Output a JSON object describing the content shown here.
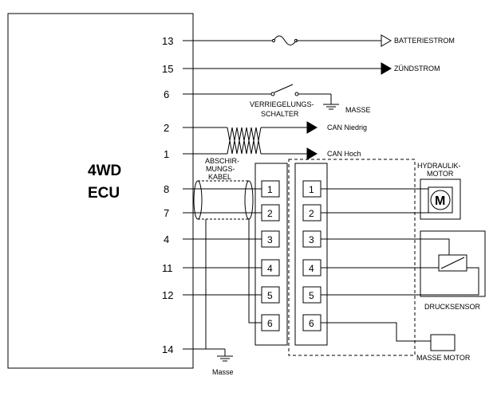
{
  "ecu": {
    "line1": "4WD",
    "line2": "ECU"
  },
  "pins": {
    "p13": "13",
    "p15": "15",
    "p6": "6",
    "p2": "2",
    "p1": "1",
    "p8": "8",
    "p7": "7",
    "p4": "4",
    "p11": "11",
    "p12": "12",
    "p14": "14"
  },
  "signals": {
    "battery": "BATTERIESTROM",
    "ignition": "ZÜNDSTROM",
    "can_low": "CAN Niedrig",
    "can_high": "CAN Hoch",
    "masse_switch": "MASSE",
    "masse_bottom": "Masse"
  },
  "switch": {
    "line1": "VERRIEGELUNGS-",
    "line2": "SCHALTER"
  },
  "shield": {
    "line1": "ABSCHIR-",
    "line2": "MUNGS-",
    "line3": "KABEL"
  },
  "connector_left": [
    "1",
    "2",
    "3",
    "4",
    "5",
    "6"
  ],
  "connector_right": [
    "1",
    "2",
    "3",
    "4",
    "5",
    "6"
  ],
  "motor": {
    "line1": "HYDRAULIK-",
    "line2": "MOTOR",
    "symbol": "M"
  },
  "pressure_sensor": "DRUCKSENSOR",
  "masse_motor": "MASSE MOTOR"
}
